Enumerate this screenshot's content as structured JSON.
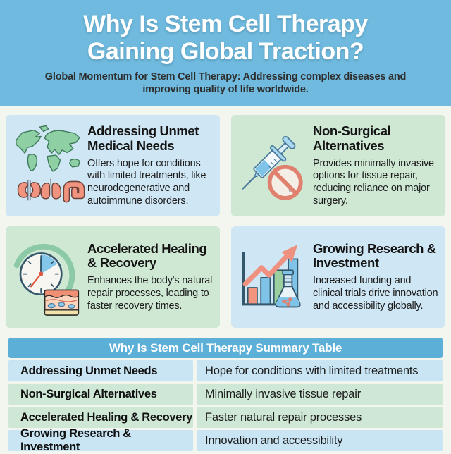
{
  "header": {
    "title_line1": "Why Is Stem Cell Therapy",
    "title_line2": "Gaining Global Traction?",
    "subtitle": "Global Momentum for Stem Cell Therapy: Addressing complex diseases and improving quality of life worldwide."
  },
  "cards": [
    {
      "title": "Addressing Unmet Medical Needs",
      "body": "Offers hope for conditions with limited treatments, like neurodegenerative and autoimmune disorders.",
      "icon": "world-map-organs-icon",
      "tone": "blue"
    },
    {
      "title": "Non-Surgical Alternatives",
      "body": "Provides minimally invasive options for tissue repair, reducing reliance on major surgery.",
      "icon": "syringe-no-surgery-icon",
      "tone": "green"
    },
    {
      "title": "Accelerated Healing & Recovery",
      "body": "Enhances the body's natural repair processes, leading to faster recovery times.",
      "icon": "clock-skin-recovery-icon",
      "tone": "green"
    },
    {
      "title": "Growing Research & Investment",
      "body": "Increased funding and clinical trials drive innovation and accessibility globally.",
      "icon": "growth-chart-flask-icon",
      "tone": "blue"
    }
  ],
  "table": {
    "title": "Why Is Stem Cell Therapy Summary Table",
    "rows": [
      {
        "label": "Addressing Unmet Needs",
        "value": "Hope for conditions with limited treatments",
        "tone": "blue"
      },
      {
        "label": "Non-Surgical Alternatives",
        "value": "Minimally invasive tissue repair",
        "tone": "green"
      },
      {
        "label": "Accelerated Healing & Recovery",
        "value": "Faster natural repair processes",
        "tone": "green"
      },
      {
        "label": "Growing Research & Investment",
        "value": "Innovation and accessibility",
        "tone": "blue"
      }
    ]
  },
  "colors": {
    "page_bg": "#f3f5ef",
    "header_bg": "#6fbade",
    "card_blue_bg": "#cfe6f4",
    "card_green_bg": "#cfe8d4",
    "table_header_bg": "#5cb0d8",
    "row_blue_bg": "#c9e5f3",
    "row_green_bg": "#cfe8d6",
    "title_text": "#ffffff",
    "body_text": "#1c1c1c",
    "accent_salmon": "#ef937f",
    "accent_green": "#8ecfa4",
    "accent_blue": "#7fc4e8"
  }
}
